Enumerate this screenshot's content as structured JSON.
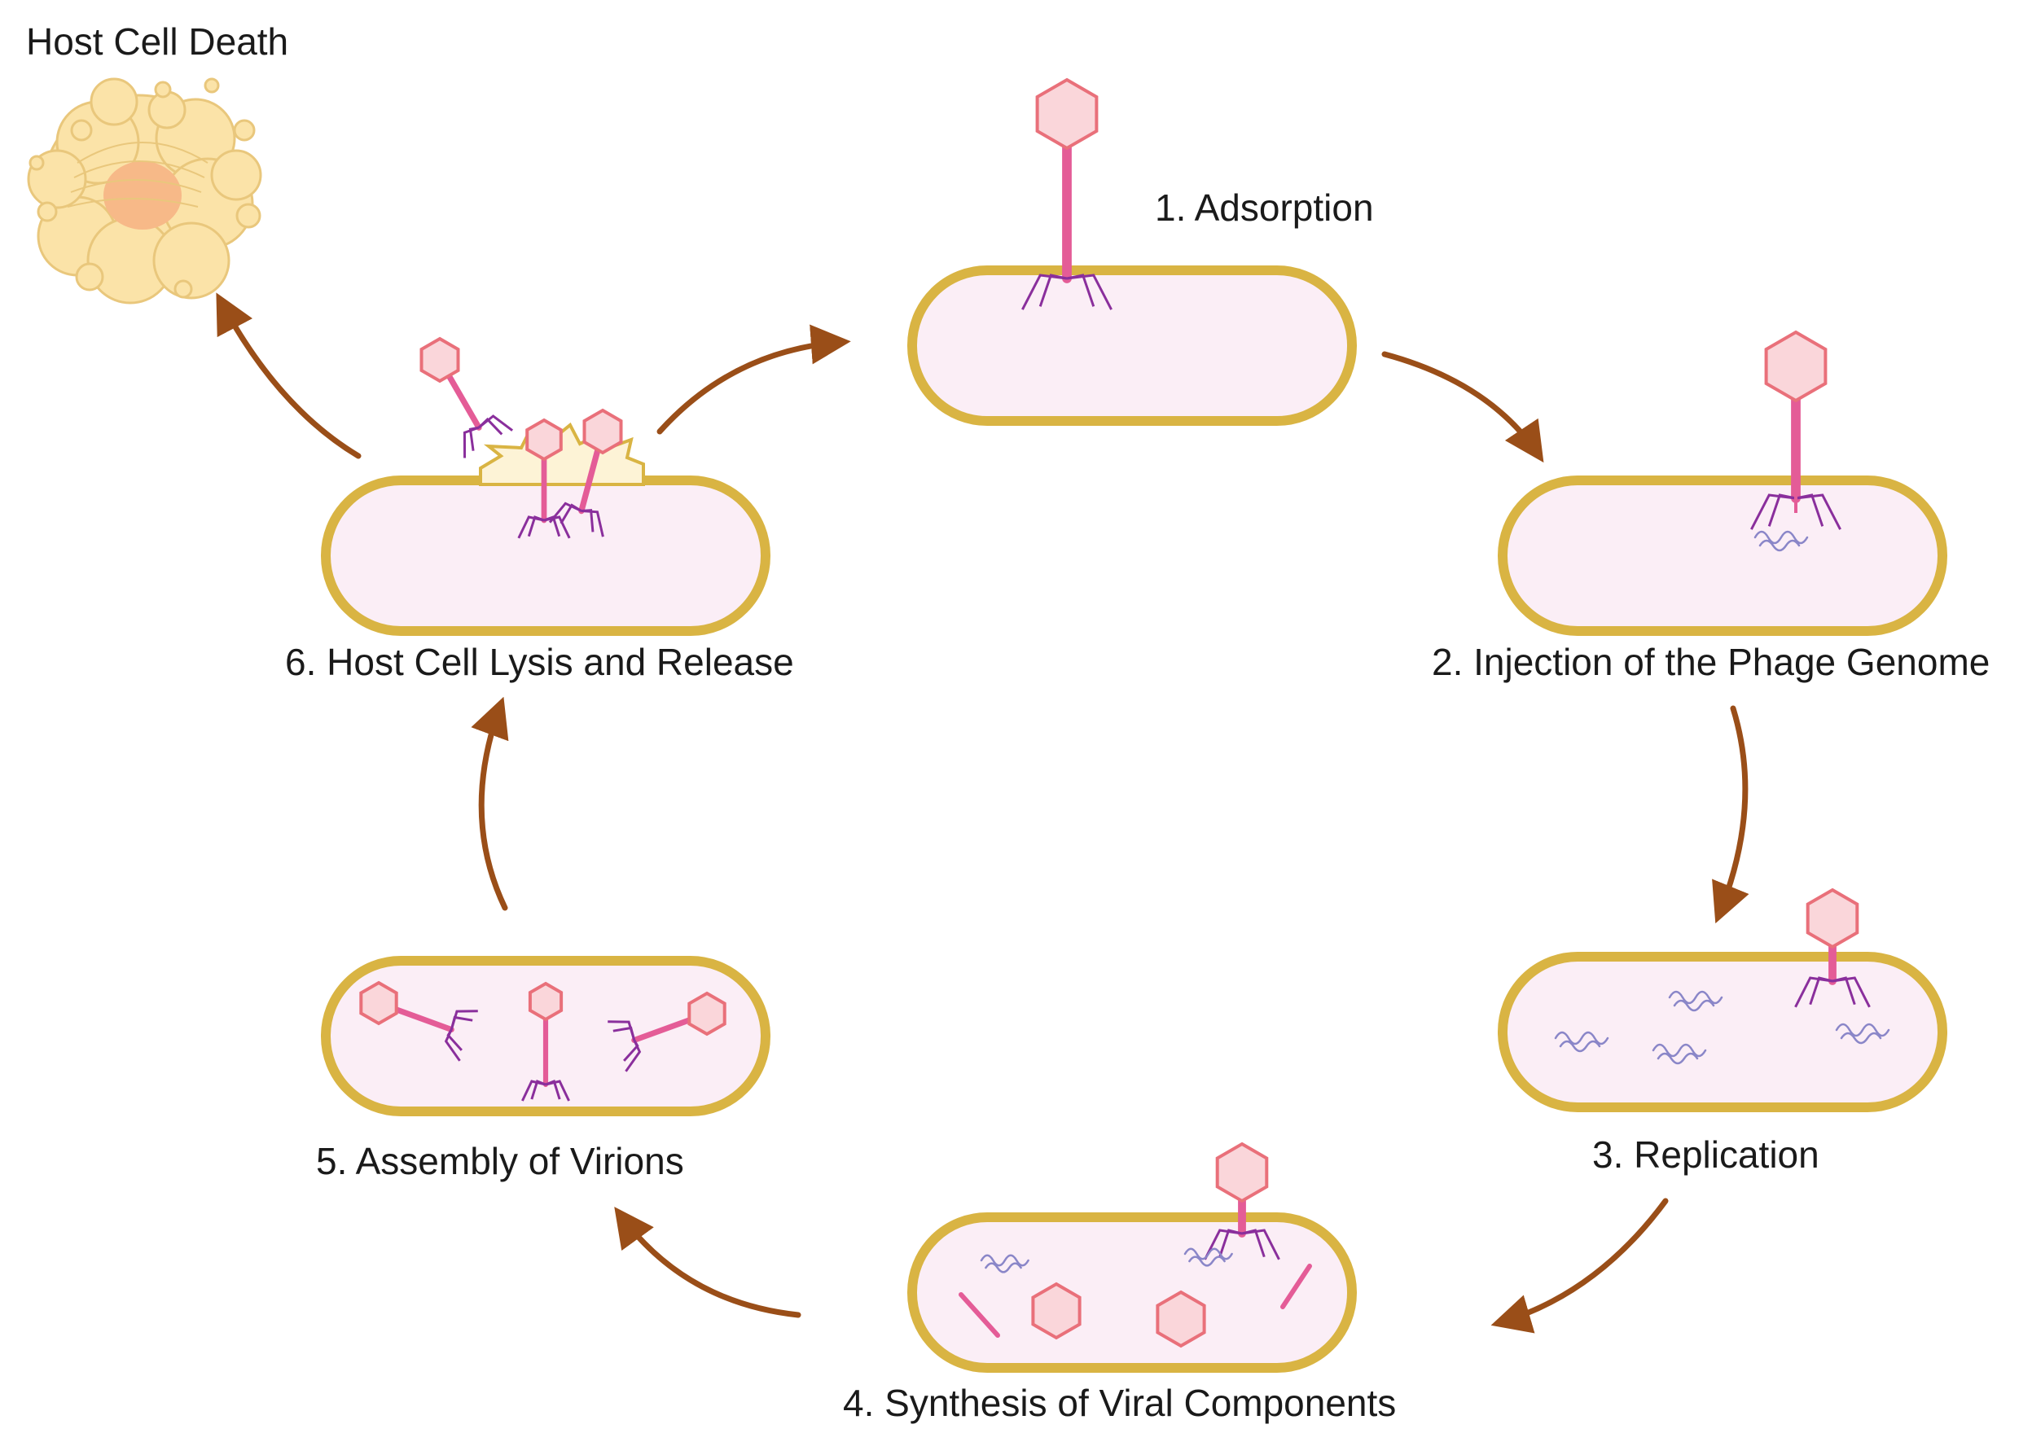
{
  "title": "Host Cell Death",
  "steps": [
    {
      "label": "1.  Adsorption"
    },
    {
      "label": "2. Injection of the Phage Genome"
    },
    {
      "label": "3. Replication"
    },
    {
      "label": "4. Synthesis of Viral Components"
    },
    {
      "label": "5. Assembly of Virions"
    },
    {
      "label": "6. Host Cell Lysis and Release"
    }
  ],
  "colors": {
    "membrane": "#D9B443",
    "cytoplasm": "#FBEEF6",
    "capsid": "#FAD6DA",
    "capsid_stroke": "#E9707A",
    "tail": "#E45C97",
    "tail_fibers": "#8A2F9C",
    "dna": "#8A86C8",
    "arrow": "#9A4E18",
    "dead_cell": "#FBE3A8",
    "dead_cell_nucleus": "#F7B988"
  }
}
